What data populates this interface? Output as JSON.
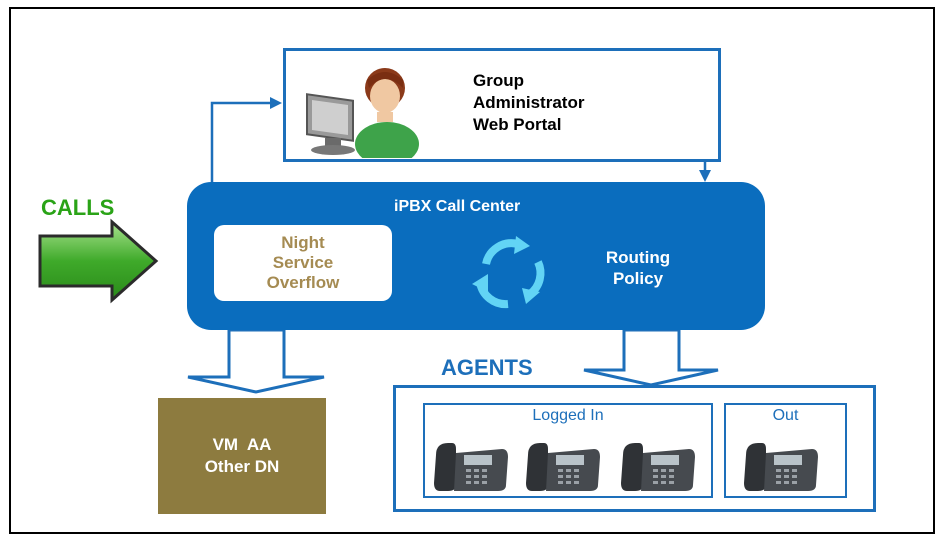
{
  "portal": {
    "lines": [
      "Group",
      "Administrator",
      "Web Portal"
    ],
    "icon": "administrator-at-computer-icon"
  },
  "call_center": {
    "title": "iPBX Call Center"
  },
  "night_service": {
    "lines": [
      "Night",
      "Service",
      "Overflow"
    ]
  },
  "routing": {
    "lines": [
      "Routing",
      "Policy"
    ],
    "icon": "cycle-arrows-icon"
  },
  "calls": {
    "label": "CALLS"
  },
  "overflow_dest": {
    "lines": [
      "VM  AA",
      "Other DN"
    ]
  },
  "agents": {
    "label": "AGENTS",
    "logged_in": "Logged In",
    "out": "Out",
    "phone_icon": "desk-phone-icon"
  },
  "colors": {
    "blue": "#0a6dbe",
    "line_blue": "#1d6fba",
    "green": "#2aa317",
    "gold": "#8d7b3f",
    "night_text": "#a58b52"
  }
}
